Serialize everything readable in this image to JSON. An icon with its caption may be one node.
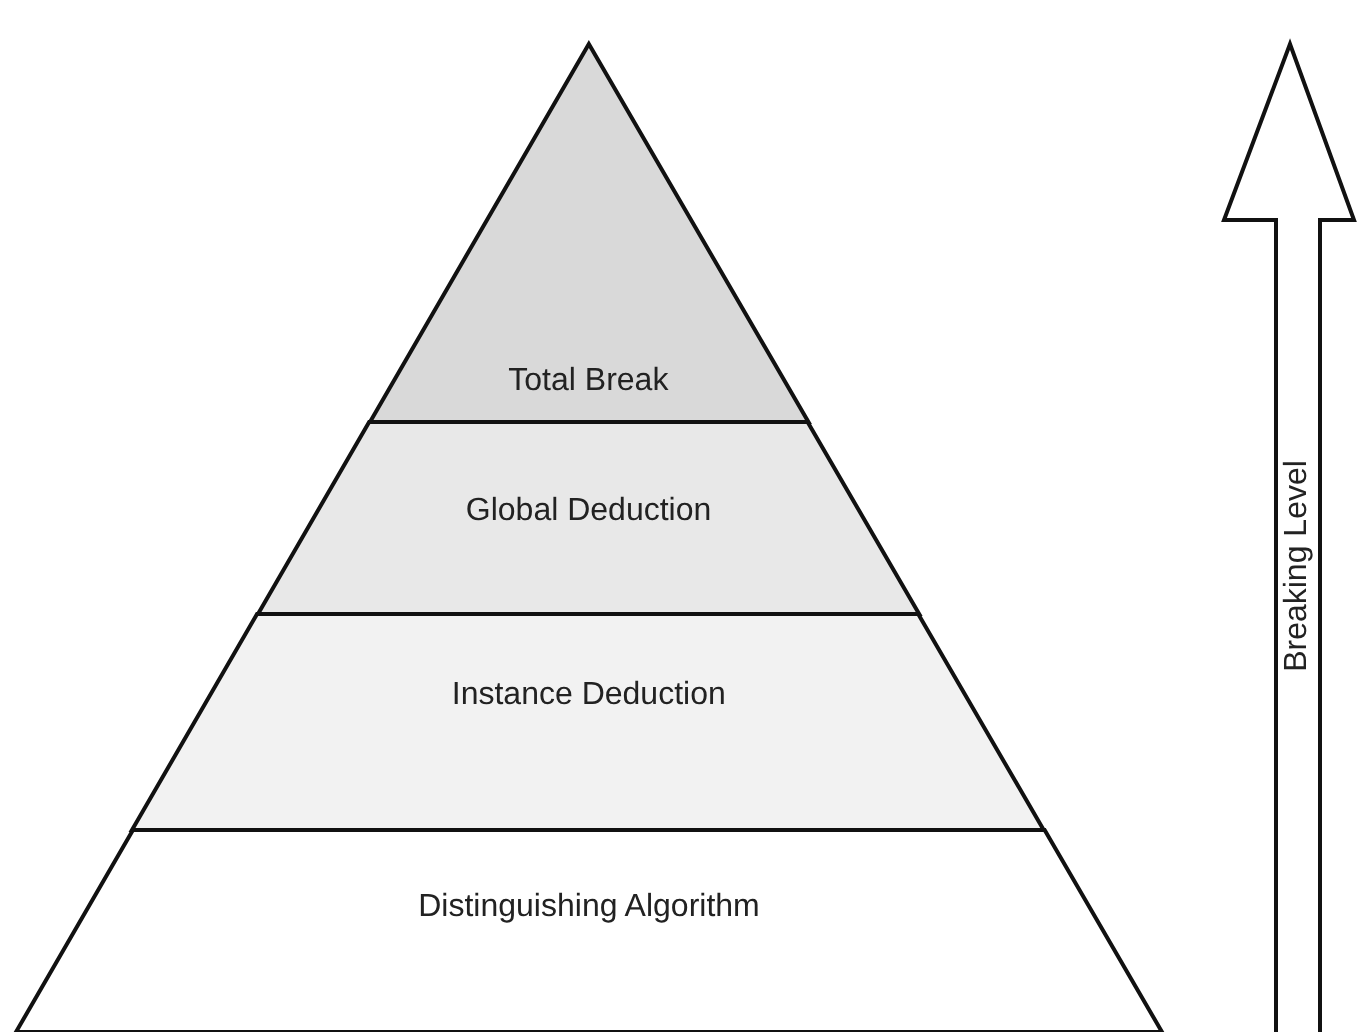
{
  "diagram": {
    "nodes": [
      {
        "text": [
          "Total Break"
        ]
      },
      {
        "text": [
          "Global Deduction"
        ]
      },
      {
        "text": [
          "Instance Deduction"
        ]
      },
      {
        "text": [
          "Distinguishing Algorithm"
        ]
      }
    ],
    "labels": [
      "Breaking Level"
    ]
  }
}
